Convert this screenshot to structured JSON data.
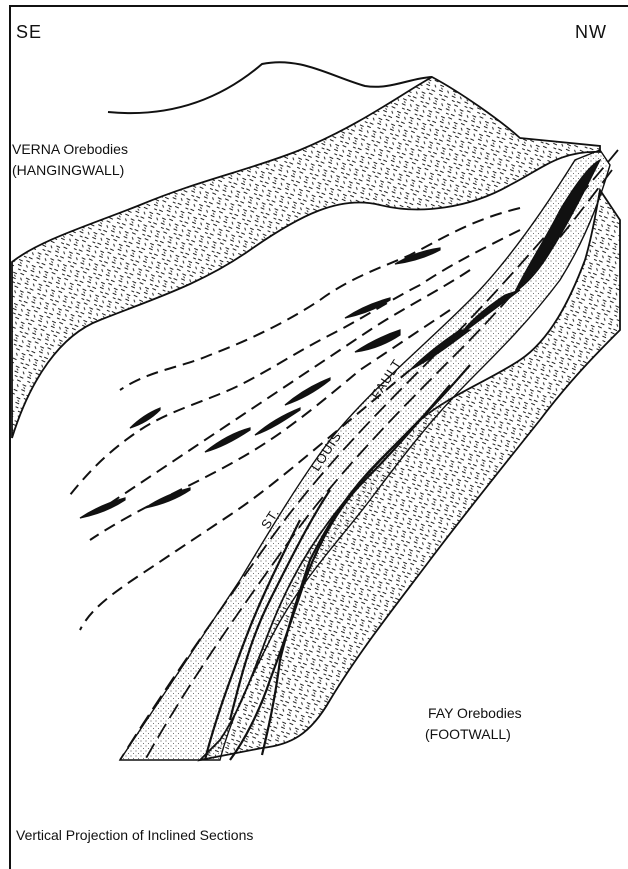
{
  "labels": {
    "direction_left": "SE",
    "direction_right": "NW",
    "hangingwall_name": "VERNA Orebodies",
    "hangingwall_note": "(HANGINGWALL)",
    "footwall_name": "FAY Orebodies",
    "footwall_note": "(FOOTWALL)",
    "fault_word_1": "ST.",
    "fault_word_2": "LOUIS",
    "fault_word_3": "FAULT"
  },
  "caption": "Vertical Projection of Inclined Sections"
}
